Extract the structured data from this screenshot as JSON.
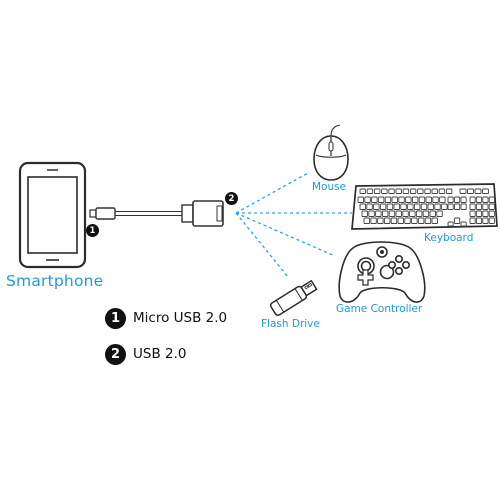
{
  "devices": {
    "smartphone": "Smartphone",
    "mouse": "Mouse",
    "keyboard": "Keyboard",
    "game_controller": "Game Controller",
    "flash_drive": "Flash Drive"
  },
  "callouts": {
    "one": "1",
    "two": "2"
  },
  "legend": [
    {
      "number": "1",
      "text": "Micro USB 2.0"
    },
    {
      "number": "2",
      "text": "USB 2.0"
    }
  ],
  "colors": {
    "accent": "#1f9bd6",
    "line": "#333333",
    "legend_badge": "#111111"
  },
  "icons": [
    "smartphone-icon",
    "mouse-icon",
    "keyboard-icon",
    "game-controller-icon",
    "flash-drive-icon",
    "otg-cable-icon"
  ]
}
